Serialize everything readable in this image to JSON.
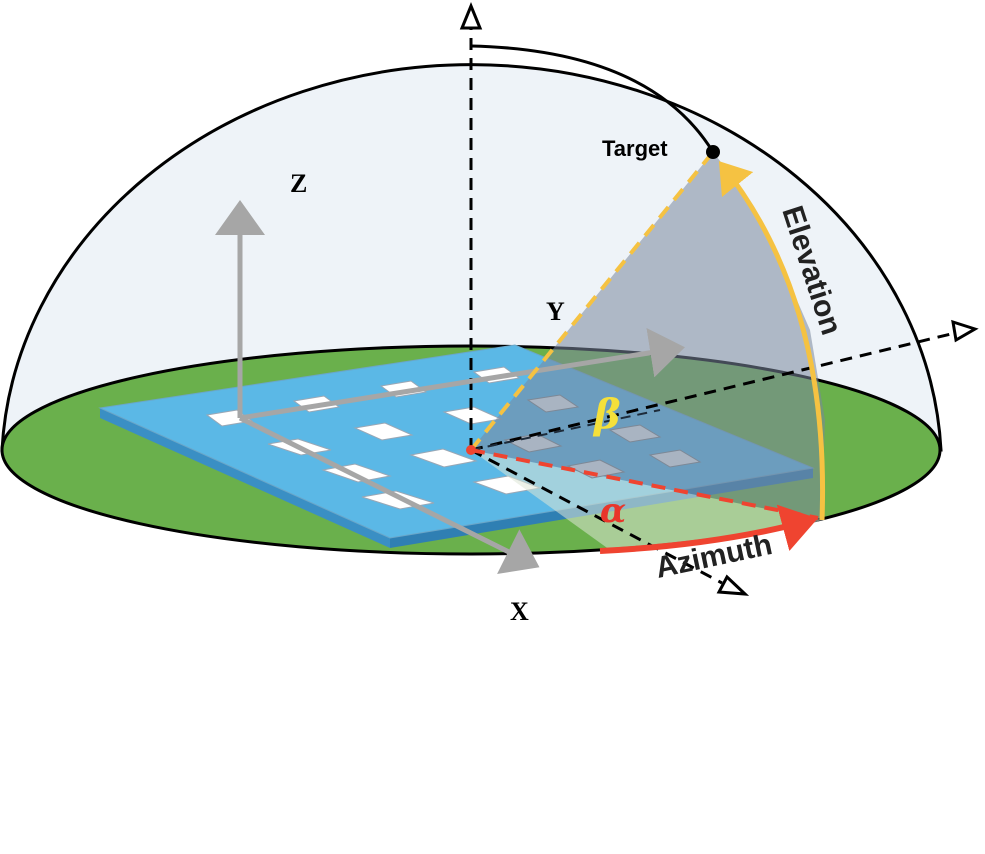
{
  "labels": {
    "target": "Target",
    "elevation": "Elevation",
    "azimuth": "Azimuth",
    "beta": "β",
    "alpha": "α",
    "axis_x": "X",
    "axis_y": "Y",
    "axis_z": "Z"
  },
  "colors": {
    "dome_fill": "#eef3f8",
    "ground": "#6ab04c",
    "panel": "#5bb8e6",
    "panel_edge": "#3a8fc4",
    "tile": "#ffffff",
    "elevation_arc": "#f5c242",
    "azimuth_arc": "#ef4430",
    "beta": "#f5e03a",
    "alpha": "#e8362a",
    "gray_axis": "#a6a6a6",
    "wedge": "#7a869c",
    "outline": "#000000"
  }
}
